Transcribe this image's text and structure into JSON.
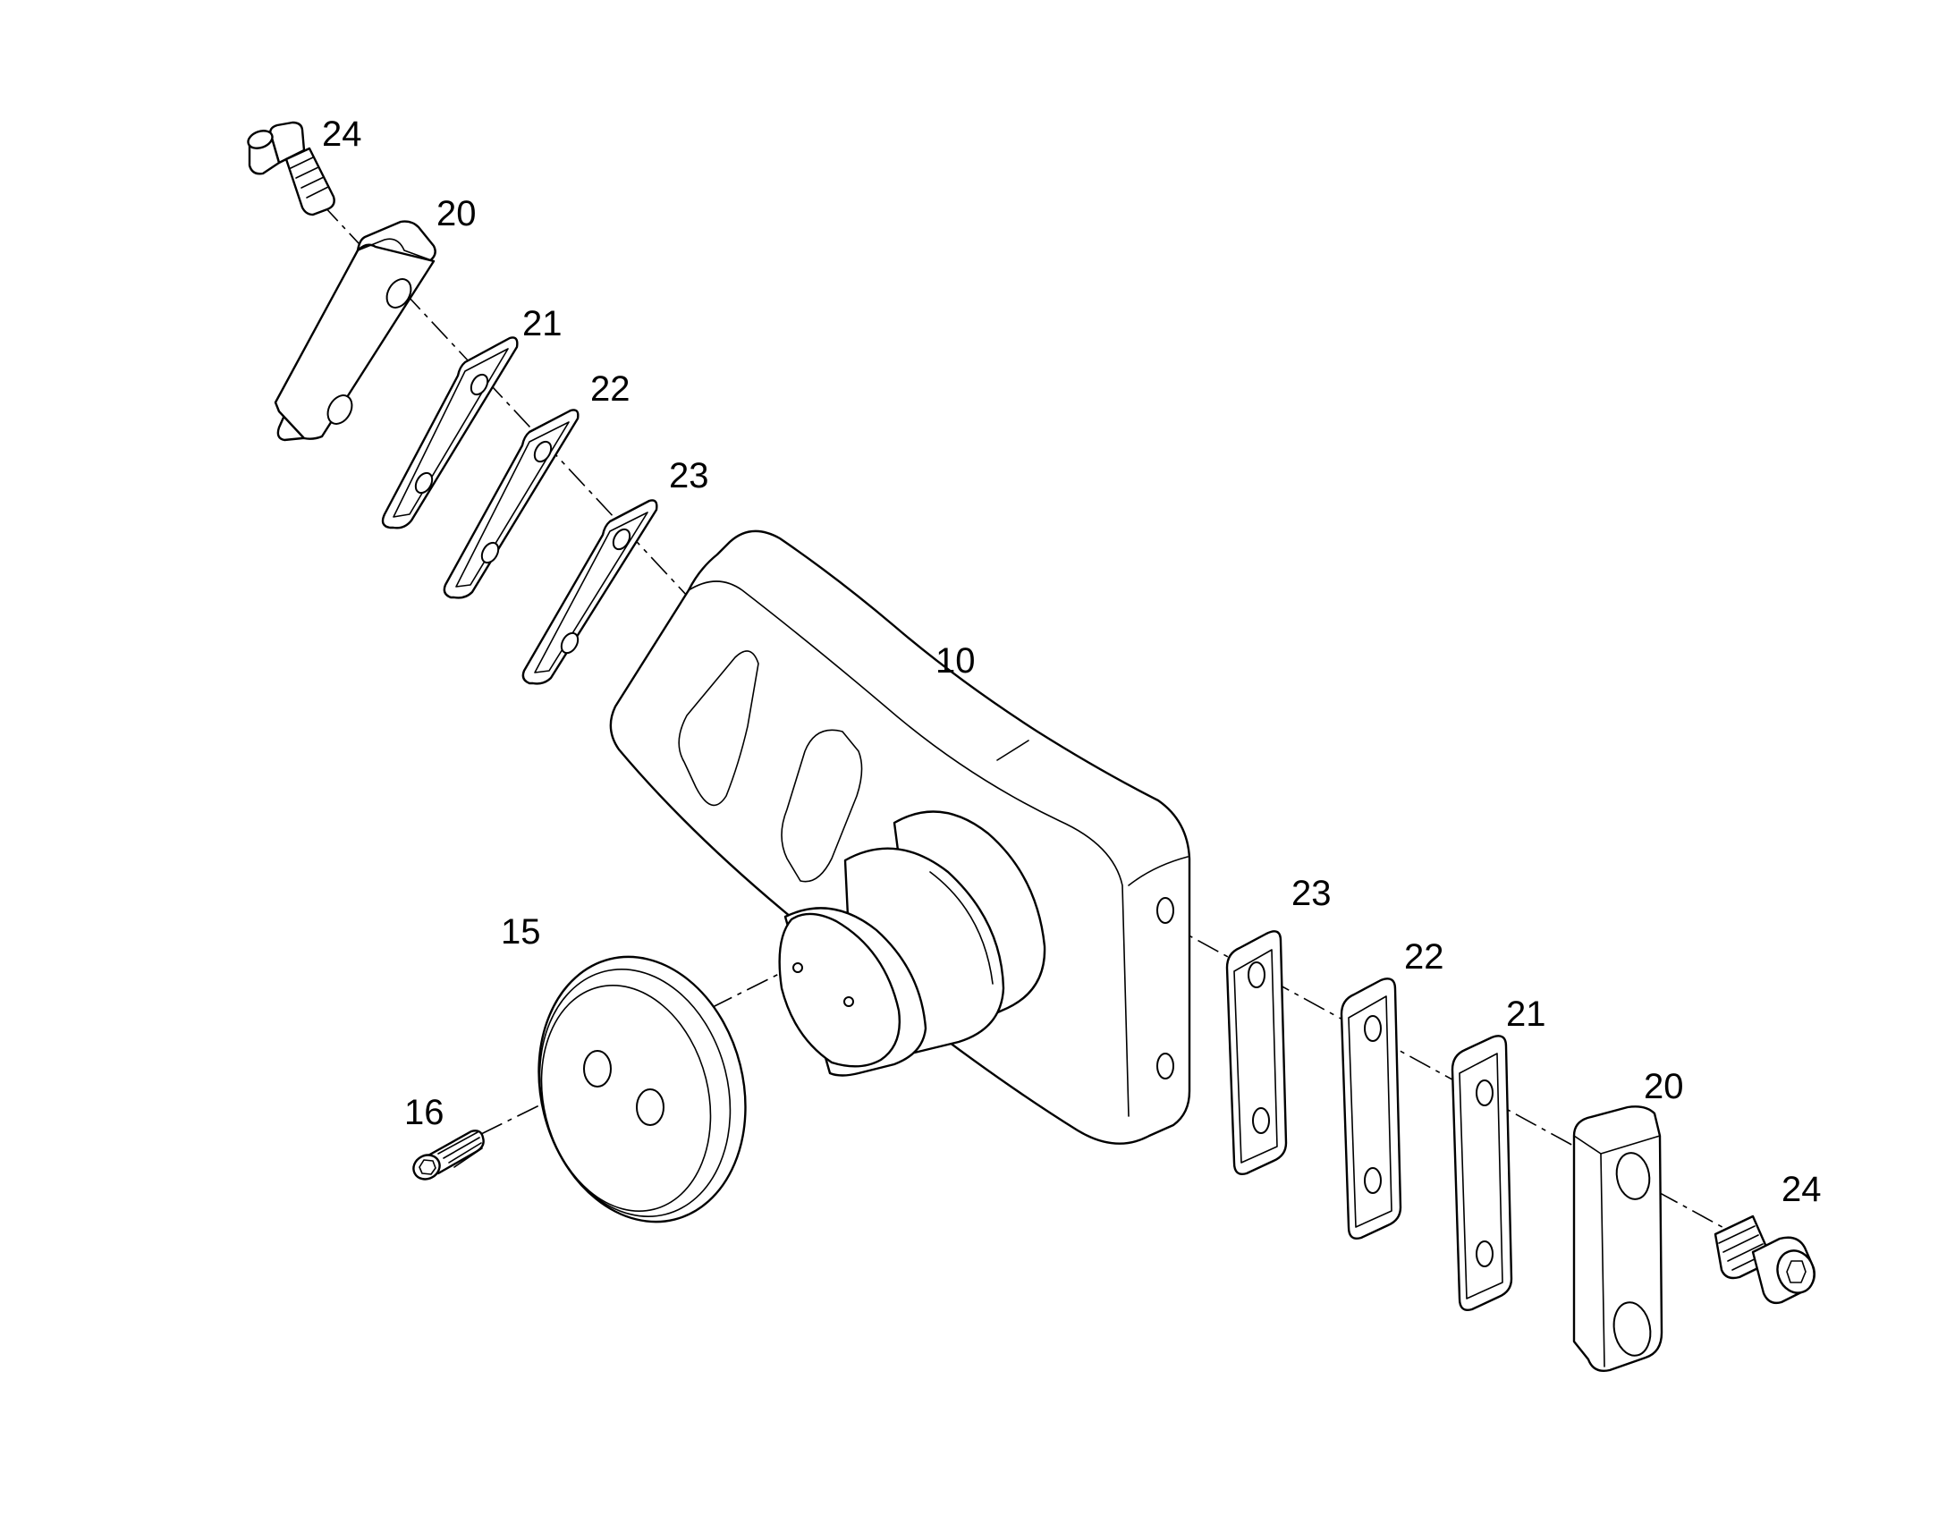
{
  "callouts": {
    "c24_top": "24",
    "c20_top": "20",
    "c21_top": "21",
    "c22_top": "22",
    "c23_top": "23",
    "c10": "10",
    "c15": "15",
    "c16": "16",
    "c23_bot": "23",
    "c22_bot": "22",
    "c21_bot": "21",
    "c20_bot": "20",
    "c24_bot": "24"
  },
  "colors": {
    "line": "#000000",
    "background": "#ffffff"
  }
}
